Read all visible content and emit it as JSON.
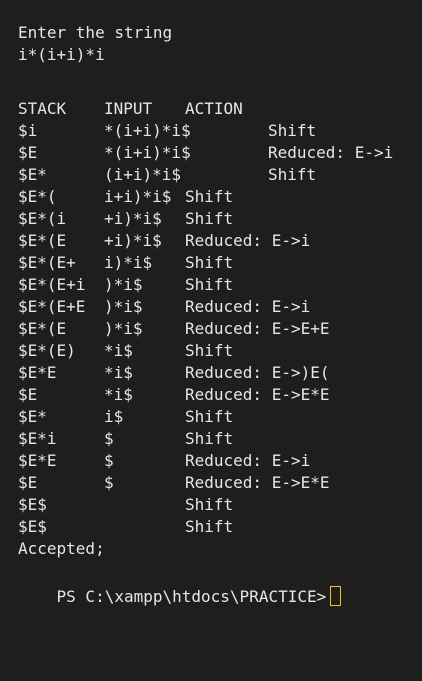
{
  "prompt": "Enter the string",
  "input_string": "i*(i+i)*i",
  "headers": {
    "stack": "STACK",
    "input": "INPUT",
    "action": "ACTION"
  },
  "rows": [
    {
      "stack": "$i",
      "input": "*(i+i)*i$",
      "action": "Shift"
    },
    {
      "stack": "$E",
      "input": "*(i+i)*i$",
      "action": "Reduced: E->i"
    },
    {
      "stack": "$E*",
      "input": "(i+i)*i$",
      "action": "Shift"
    },
    {
      "stack": "$E*(",
      "input": "i+i)*i$",
      "action": "Shift"
    },
    {
      "stack": "$E*(i",
      "input": "+i)*i$",
      "action": "Shift"
    },
    {
      "stack": "$E*(E",
      "input": "+i)*i$",
      "action": "Reduced: E->i"
    },
    {
      "stack": "$E*(E+",
      "input": "i)*i$",
      "action": "Shift"
    },
    {
      "stack": "$E*(E+i",
      "input": ")*i$",
      "action": "Shift"
    },
    {
      "stack": "$E*(E+E",
      "input": ")*i$",
      "action": "Reduced: E->i"
    },
    {
      "stack": "$E*(E",
      "input": ")*i$",
      "action": "Reduced: E->E+E"
    },
    {
      "stack": "$E*(E)",
      "input": "*i$",
      "action": "Shift"
    },
    {
      "stack": "$E*E",
      "input": "*i$",
      "action": "Reduced: E->)E("
    },
    {
      "stack": "$E",
      "input": "*i$",
      "action": "Reduced: E->E*E"
    },
    {
      "stack": "$E*",
      "input": "i$",
      "action": "Shift"
    },
    {
      "stack": "$E*i",
      "input": "$",
      "action": "Shift"
    },
    {
      "stack": "$E*E",
      "input": "$",
      "action": "Reduced: E->i"
    },
    {
      "stack": "$E",
      "input": "$",
      "action": "Reduced: E->E*E"
    },
    {
      "stack": "$E$",
      "input": "",
      "action": "Shift"
    },
    {
      "stack": "$E$",
      "input": "",
      "action": "Shift"
    }
  ],
  "result": "Accepted;",
  "shell_prompt": "PS C:\\xampp\\htdocs\\PRACTICE>",
  "colors": {
    "background": "#1e1e1e",
    "text": "#e6e6e6",
    "cursor": "#f1c40f"
  },
  "icons": {
    "cursor": "block-cursor-icon"
  }
}
